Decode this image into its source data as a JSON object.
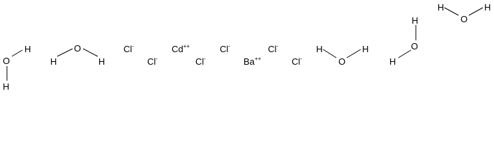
{
  "molecule": {
    "waters": [
      {
        "o": "O",
        "h1": "H",
        "h2": "H"
      },
      {
        "o": "O",
        "h1": "H",
        "h2": "H"
      },
      {
        "o": "O",
        "h1": "H",
        "h2": "H"
      },
      {
        "o": "O",
        "h1": "H",
        "h2": "H"
      },
      {
        "o": "O",
        "h1": "H",
        "h2": "H"
      }
    ],
    "chlorides": [
      {
        "symbol": "Cl",
        "charge": "-"
      },
      {
        "symbol": "Cl",
        "charge": "-"
      },
      {
        "symbol": "Cl",
        "charge": "-"
      },
      {
        "symbol": "Cl",
        "charge": "-"
      },
      {
        "symbol": "Cl",
        "charge": "-"
      },
      {
        "symbol": "Cl",
        "charge": "-"
      }
    ],
    "cadmium": {
      "symbol": "Cd",
      "charge": "++"
    },
    "barium": {
      "symbol": "Ba",
      "charge": "++"
    }
  }
}
